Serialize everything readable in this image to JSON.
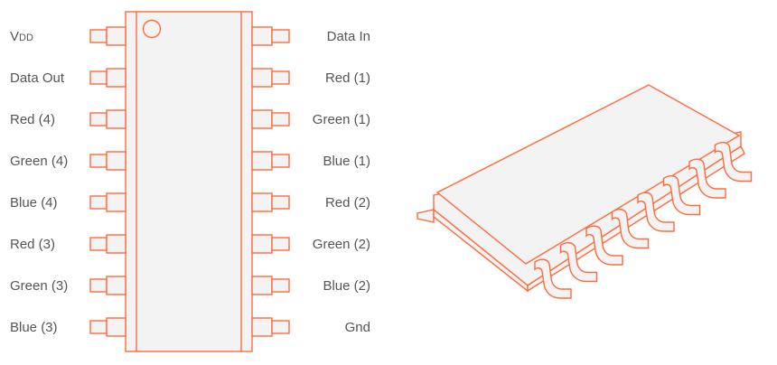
{
  "colors": {
    "accent": "#ff6a3d",
    "fill": "#f3f3f3",
    "text": "#555555"
  },
  "pinout": {
    "left_pins": [
      {
        "main": "V",
        "sub": "DD"
      },
      {
        "main": "Data Out",
        "sub": ""
      },
      {
        "main": "Red (4)",
        "sub": ""
      },
      {
        "main": "Green (4)",
        "sub": ""
      },
      {
        "main": "Blue (4)",
        "sub": ""
      },
      {
        "main": "Red (3)",
        "sub": ""
      },
      {
        "main": "Green (3)",
        "sub": ""
      },
      {
        "main": "Blue (3)",
        "sub": ""
      }
    ],
    "right_pins": [
      "Data In",
      "Red (1)",
      "Green (1)",
      "Blue (1)",
      "Red (2)",
      "Green (2)",
      "Blue (2)",
      "Gnd"
    ]
  },
  "icons": {
    "chip_3d": "soic-package-icon",
    "pin1_marker": "pin1-dot-icon"
  }
}
